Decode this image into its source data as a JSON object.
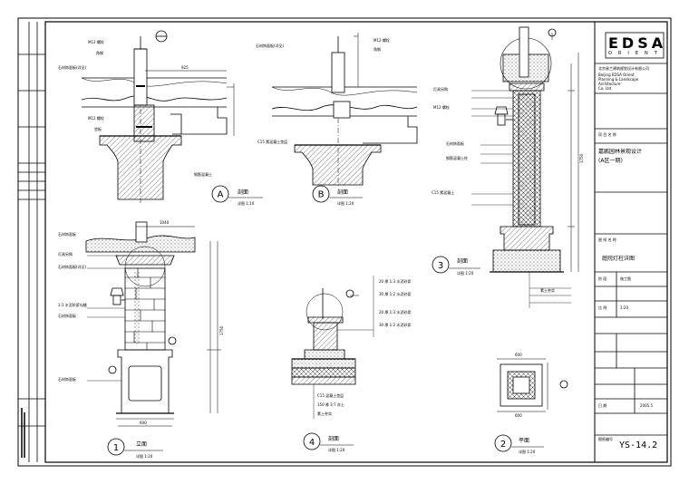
{
  "titleblock": {
    "logo_main": "EDSA",
    "logo_sub": "ORIENT",
    "company_cn": "北京易兰建筑规划设计有限公司",
    "company_en": [
      "Beijing EDSA Orient",
      "Planning & Landscape",
      "Architecture",
      "Co. Ltd."
    ],
    "project_label": "项 目 名 称",
    "project_name": "嘉鹏园林景观设计",
    "project_sub": "(A区一期)",
    "drawing_label": "图 纸 名 称",
    "drawing_name": "庭院灯柱详图",
    "phase_label": "阶 段",
    "phase_value": "施工图",
    "scale_label": "比 例",
    "scale_value": "1:20",
    "date_label": "日 期",
    "date_value": "2005.5",
    "sheet_no_label": "图纸编号",
    "sheet_no": "YS-14.2"
  },
  "views": [
    {
      "num": "A",
      "title": "剖面",
      "scale": "详图 1:10"
    },
    {
      "num": "B",
      "title": "剖面",
      "scale": "详图 1:20"
    },
    {
      "num": "1",
      "title": "立面",
      "scale": "详图 1:20"
    },
    {
      "num": "2",
      "title": "平面",
      "scale": "详图 1:20"
    },
    {
      "num": "3",
      "title": "剖面",
      "scale": "详图 1:20"
    },
    {
      "num": "4",
      "title": "剖面",
      "scale": "详图 1:20"
    }
  ],
  "annotations": {
    "a_notes": [
      "M12 螺栓",
      "角钢",
      "石材饰面板(详见)",
      "M12 螺栓",
      "垫板",
      "钢筋混凝土"
    ],
    "b_notes": [
      "石材饰面板(详见)",
      "M12 螺栓",
      "角钢",
      "C15 素混凝土垫层"
    ],
    "v4_notes": [
      "20 厚 1:3 水泥砂浆",
      "30 厚 1:2 水泥砂浆",
      "20 厚 1:3 水泥砂浆",
      "30 厚 1:2 水泥砂浆",
      "C15 混凝土垫层",
      "150 厚 3:7 灰土",
      "素土夯实"
    ],
    "v3_notes": [
      "灯具另购",
      "M12 螺栓",
      "石材饰面板",
      "钢筋混凝土柱",
      "C15 素混凝土",
      "素土夯实"
    ],
    "v1_notes": [
      "石材饰面板",
      "灯具另购",
      "石材饰面板(详见)",
      "1:1 水泥砂浆勾缝",
      "石材饰面板",
      "石材饰面板"
    ],
    "dim_a": "925",
    "dim_v1_top": "1040",
    "dim_v1_total": "1750",
    "dim_v1_bottom": "600",
    "dim_v3_total": "1750",
    "dim_v2": "600",
    "dim_v2_side": "600"
  }
}
